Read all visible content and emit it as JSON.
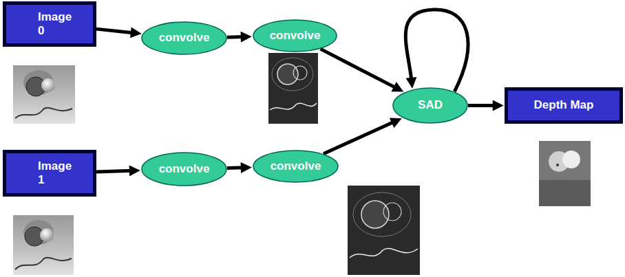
{
  "diagram": {
    "nodes": [
      {
        "text": [
          "Image 0"
        ]
      },
      {
        "text": [
          "convolve"
        ]
      },
      {
        "text": [
          "convolve"
        ]
      },
      {
        "text": [
          "SAD"
        ]
      },
      {
        "text": [
          "Depth Map"
        ]
      },
      {
        "text": [
          "Image 1"
        ]
      },
      {
        "text": [
          "convolve"
        ]
      },
      {
        "text": [
          "convolve"
        ]
      }
    ],
    "edges": [
      {
        "from": 0,
        "to": 1,
        "arrow": "to"
      },
      {
        "from": 1,
        "to": 2,
        "arrow": "to"
      },
      {
        "from": 2,
        "to": 3,
        "arrow": "to"
      },
      {
        "from": 5,
        "to": 6,
        "arrow": "to"
      },
      {
        "from": 6,
        "to": 7,
        "arrow": "to"
      },
      {
        "from": 7,
        "to": 3,
        "arrow": "to"
      },
      {
        "from": 3,
        "to": 4,
        "arrow": "to"
      },
      {
        "from": 3,
        "to": 3,
        "arrow": "to"
      }
    ]
  }
}
